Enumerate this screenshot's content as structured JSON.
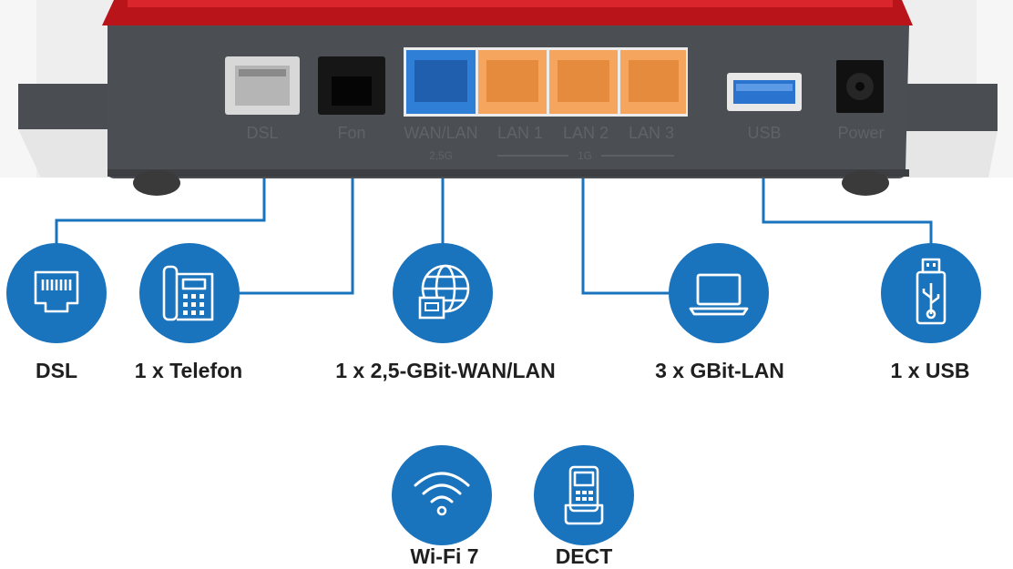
{
  "device": {
    "ports": {
      "dsl": "DSL",
      "fon": "Fon",
      "wanlan": "WAN/LAN",
      "lan1": "LAN 1",
      "lan2": "LAN 2",
      "lan3": "LAN 3",
      "usb": "USB",
      "power": "Power"
    },
    "speed_wan": "2,5G",
    "speed_lan": "1G"
  },
  "features": {
    "dsl": "DSL",
    "telefon": "1 x Telefon",
    "wan": "1 x 2,5-GBit-WAN/LAN",
    "lan": "3 x GBit-LAN",
    "usb": "1 x USB",
    "wifi": "Wi-Fi 7",
    "dect": "DECT"
  },
  "icons": [
    "ethernet-port-icon",
    "desk-phone-icon",
    "globe-network-icon",
    "laptop-icon",
    "usb-stick-icon",
    "wifi-icon",
    "cordless-phone-icon"
  ],
  "colors": {
    "accent": "#1a73bd",
    "housing": "#4a4d52",
    "top_red": "#c0141b",
    "lan_port": "#f5a55d",
    "wan_port": "#2f7fd6"
  }
}
